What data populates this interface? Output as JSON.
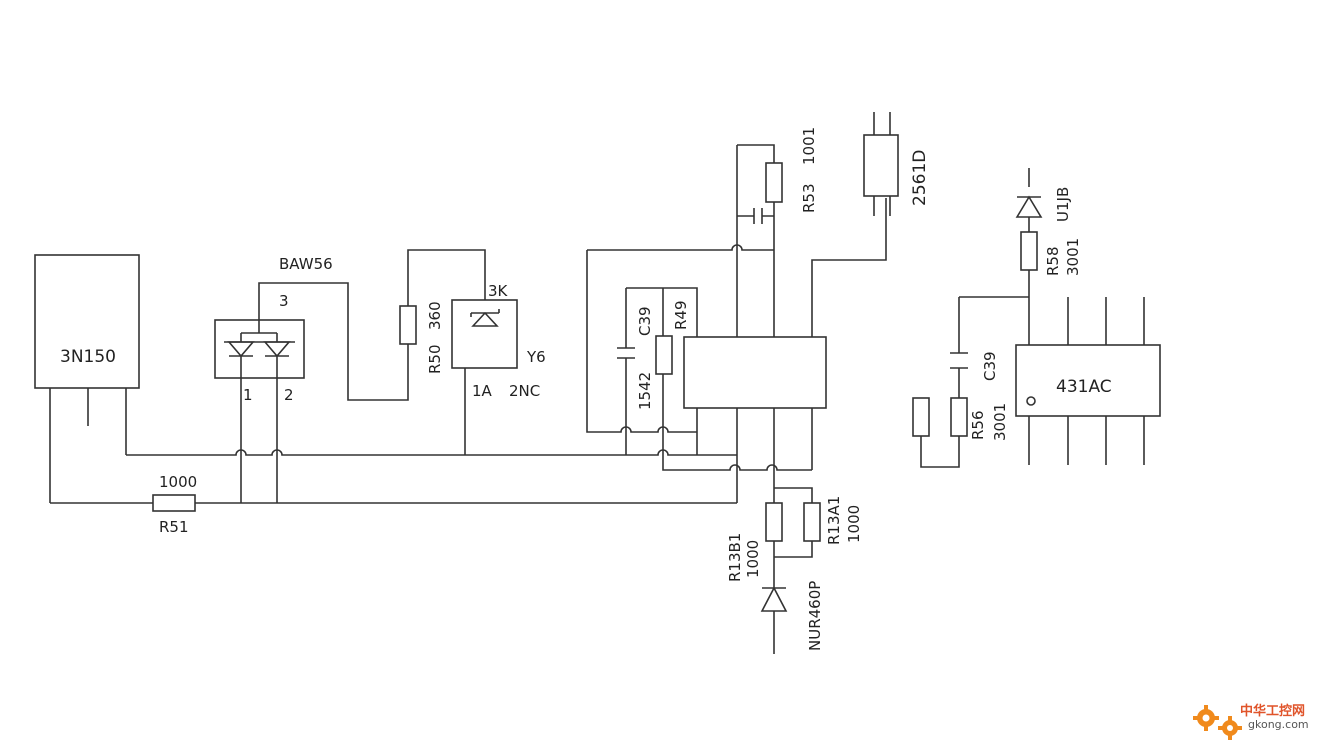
{
  "components": {
    "u_3n150": "3N150",
    "d_baw56": "BAW56",
    "d_baw56_pin3": "3",
    "d_baw56_pin1": "1",
    "d_baw56_pin2": "2",
    "r50_name": "R50",
    "r50_value": "360",
    "y6_name": "Y6",
    "y6_pin_k": "3K",
    "y6_pin_a": "1A",
    "y6_pin_nc": "2NC",
    "r51_name": "R51",
    "r51_value": "1000",
    "c39_left": "C39",
    "r49": "R49",
    "val_1542": "1542",
    "r53_name": "R53",
    "r53_value": "1001",
    "conn_2561d": "2561D",
    "r13b1_name": "R13B1",
    "r13b1_value": "1000",
    "r13a1_name": "R13A1",
    "r13a1_value": "1000",
    "d_nur460p": "NUR460P",
    "d_u1jb": "U1JB",
    "r58_name": "R58",
    "r58_value": "3001",
    "c39_right": "C39",
    "r56_name": "R56",
    "r56_value": "3001",
    "u_431ac": "431AC"
  },
  "watermark": {
    "cn": "中华工控网",
    "url": "gkong.com",
    "colors": {
      "gear": "#f08a1c",
      "text": "#e0542a"
    }
  }
}
